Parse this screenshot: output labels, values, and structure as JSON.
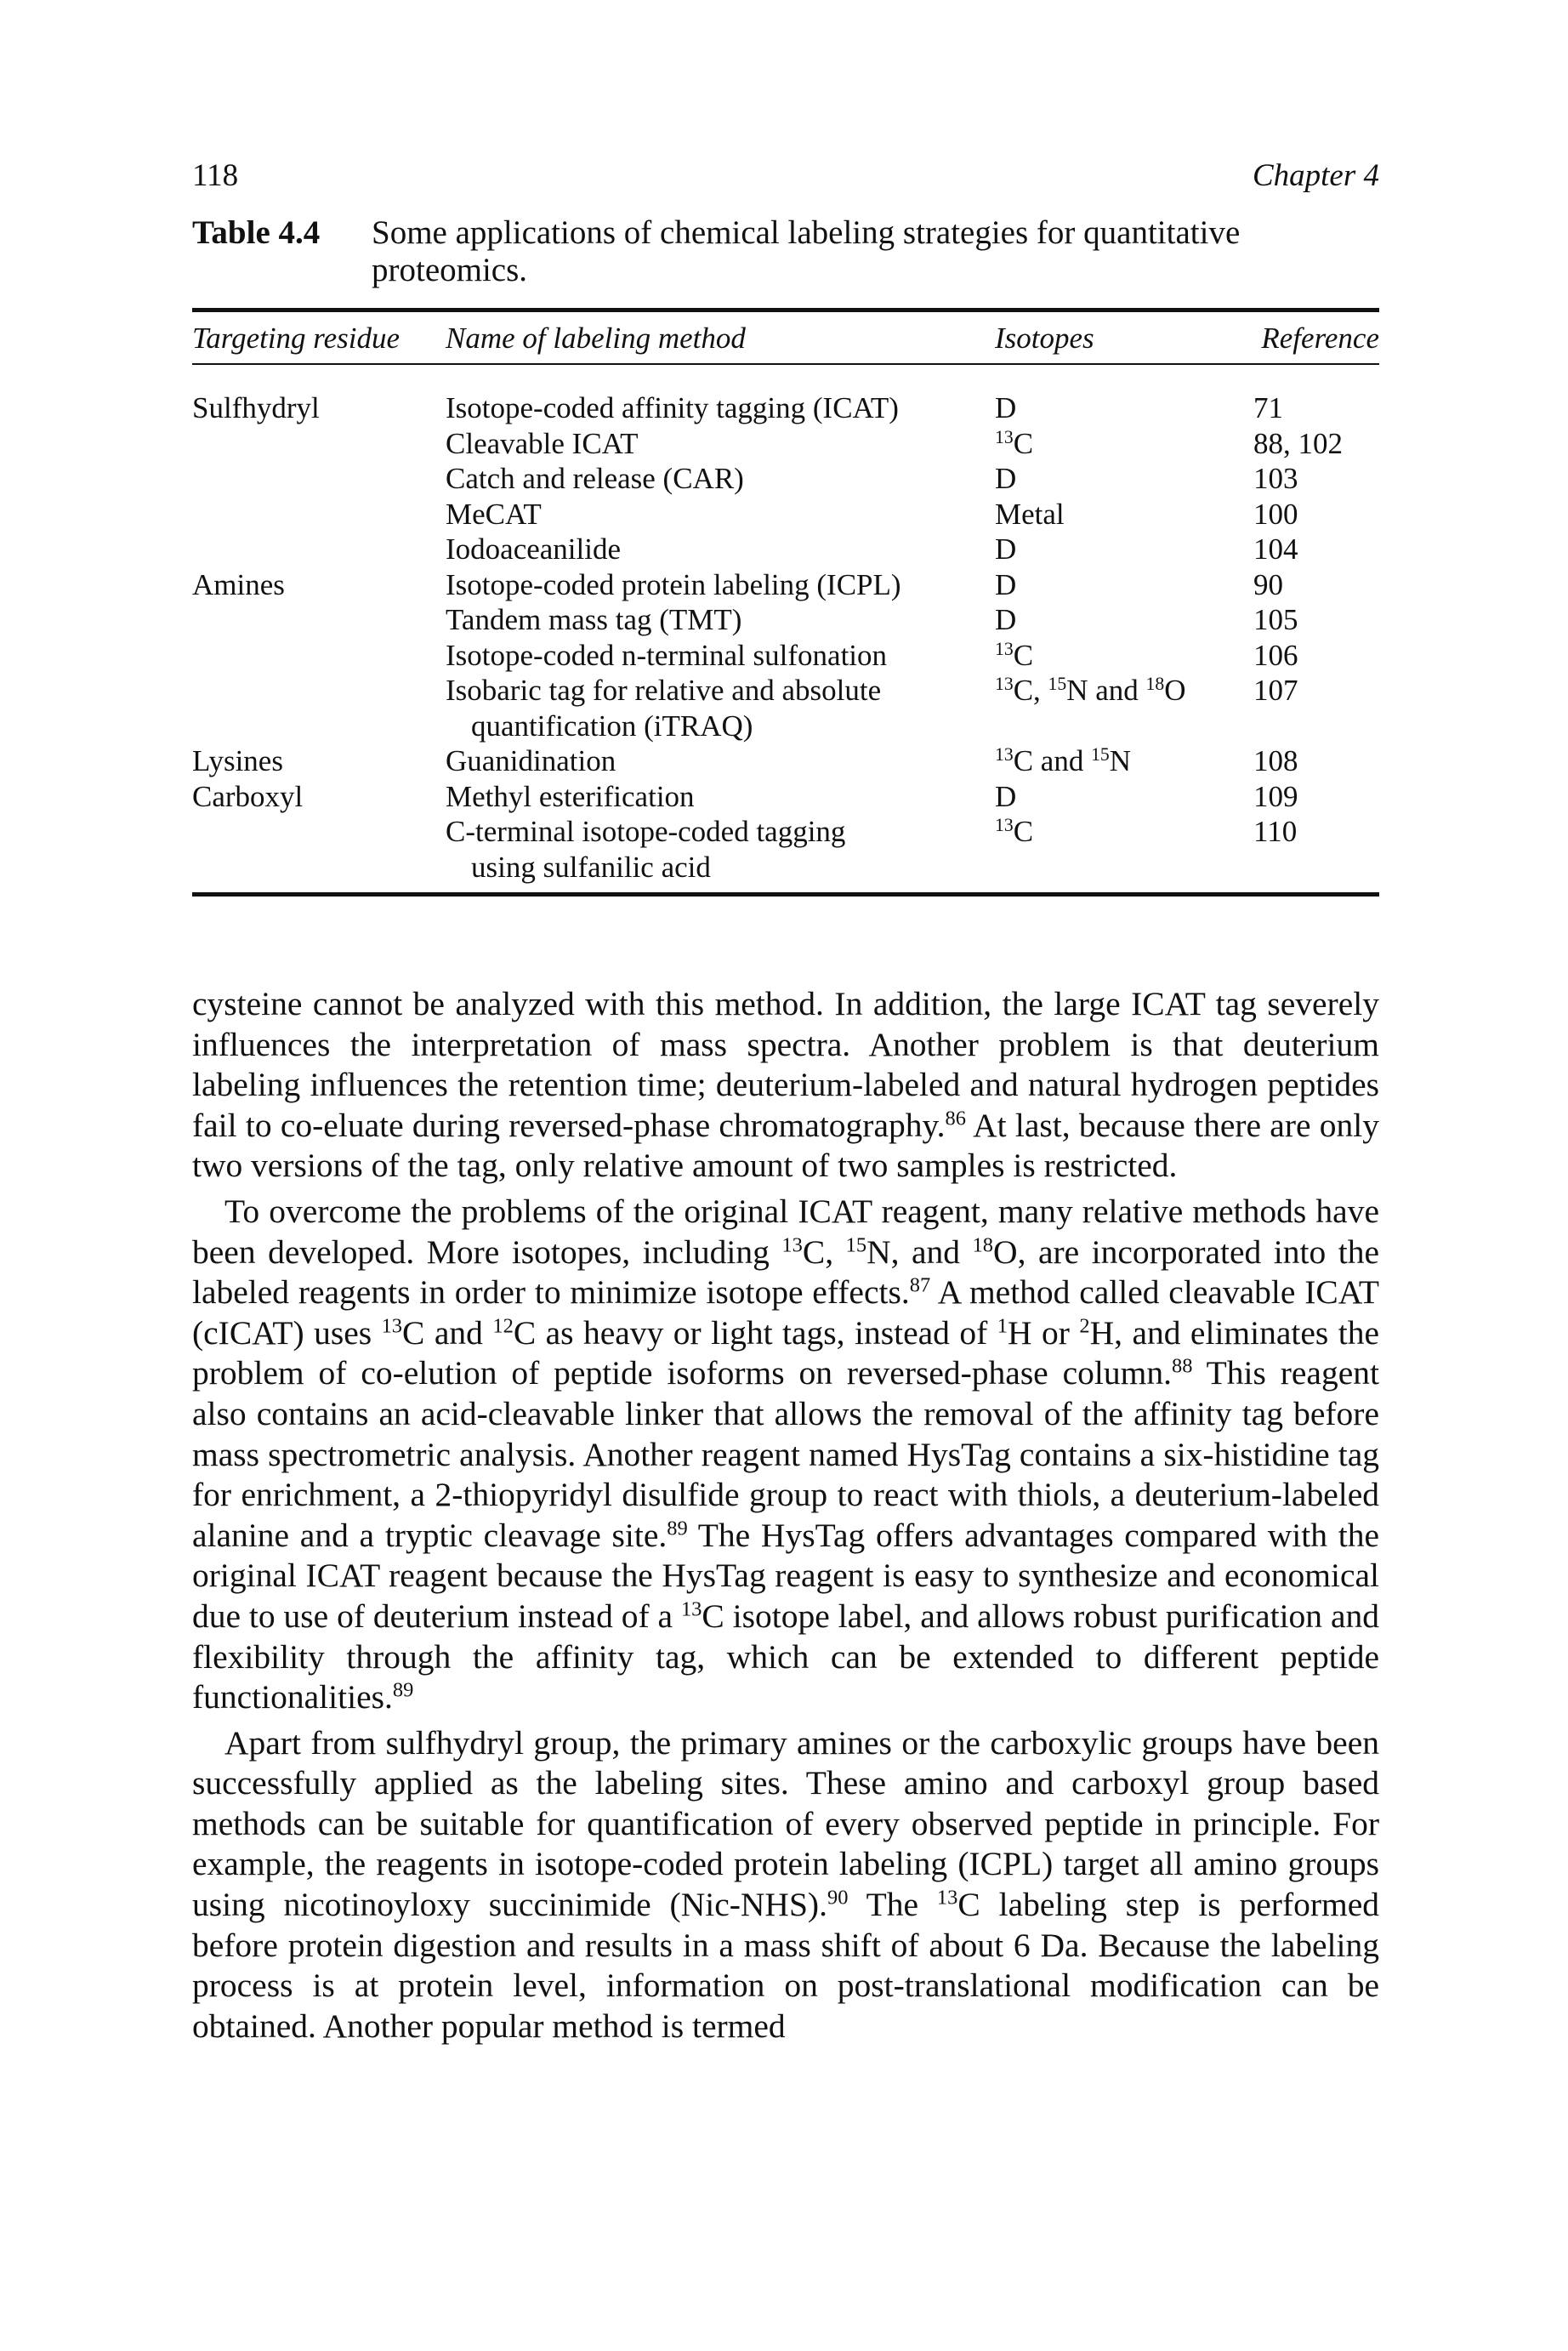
{
  "header": {
    "page_number": "118",
    "chapter": "Chapter 4"
  },
  "table": {
    "label": "Table 4.4",
    "caption": "Some applications of chemical labeling strategies for quantitative proteomics.",
    "columns": [
      "Targeting residue",
      "Name of labeling method",
      "Isotopes",
      "Reference"
    ],
    "rows": [
      {
        "residue": "Sulfhydryl",
        "method": "Isotope-coded affinity tagging (ICAT)",
        "isotopes": "D",
        "reference": "71"
      },
      {
        "residue": "",
        "method": "Cleavable ICAT",
        "isotopes": "13C",
        "reference": "88, 102"
      },
      {
        "residue": "",
        "method": "Catch and release (CAR)",
        "isotopes": "D",
        "reference": "103"
      },
      {
        "residue": "",
        "method": "MeCAT",
        "isotopes": "Metal",
        "reference": "100"
      },
      {
        "residue": "",
        "method": "Iodoaceanilide",
        "isotopes": "D",
        "reference": "104"
      },
      {
        "residue": "Amines",
        "method": "Isotope-coded protein labeling (ICPL)",
        "isotopes": "D",
        "reference": "90"
      },
      {
        "residue": "",
        "method": "Tandem mass tag (TMT)",
        "isotopes": "D",
        "reference": "105"
      },
      {
        "residue": "",
        "method": "Isotope-coded n-terminal sulfonation",
        "isotopes": "13C",
        "reference": "106"
      },
      {
        "residue": "",
        "method": "Isobaric tag for relative and absolute",
        "method_line2": "quantification (iTRAQ)",
        "isotopes": "13C, 15N and 18O",
        "reference": "107"
      },
      {
        "residue": "Lysines",
        "method": "Guanidination",
        "isotopes": "13C and 15N",
        "reference": "108"
      },
      {
        "residue": "Carboxyl",
        "method": "Methyl esterification",
        "isotopes": "D",
        "reference": "109"
      },
      {
        "residue": "",
        "method": "C-terminal isotope-coded tagging",
        "method_line2": "using sulfanilic acid",
        "isotopes": "13C",
        "reference": "110"
      }
    ]
  },
  "body": {
    "paragraphs": [
      "cysteine cannot be analyzed with this method. In addition, the large ICAT tag severely influences the interpretation of mass spectra. Another problem is that deuterium labeling influences the retention time; deuterium-labeled and natural hydrogen peptides fail to co-eluate during reversed-phase chromatography.86 At last, because there are only two versions of the tag, only relative amount of two samples is restricted.",
      "To overcome the problems of the original ICAT reagent, many relative methods have been developed. More isotopes, including 13C, 15N, and 18O, are incorporated into the labeled reagents in order to minimize isotope effects.87 A method called cleavable ICAT (cICAT) uses 13C and 12C as heavy or light tags, instead of 1H or 2H, and eliminates the problem of co-elution of peptide isoforms on reversed-phase column.88 This reagent also contains an acid-cleavable linker that allows the removal of the affinity tag before mass spectrometric analysis. Another reagent named HysTag contains a six-histidine tag for enrichment, a 2-thiopyridyl disulfide group to react with thiols, a deuterium-labeled alanine and a tryptic cleavage site.89 The HysTag offers advantages compared with the original ICAT reagent because the HysTag reagent is easy to synthesize and economical due to use of deuterium instead of a 13C isotope label, and allows robust purification and flexibility through the affinity tag, which can be extended to different peptide functionalities.89",
      "Apart from sulfhydryl group, the primary amines or the carboxylic groups have been successfully applied as the labeling sites. These amino and carboxyl group based methods can be suitable for quantification of every observed peptide in principle. For example, the reagents in isotope-coded protein labeling (ICPL) target all amino groups using nicotinoyloxy succinimide (Nic-NHS).90 The 13C labeling step is performed before protein digestion and results in a mass shift of about 6 Da. Because the labeling process is at protein level, information on post-translational modification can be obtained. Another popular method is termed"
    ]
  }
}
